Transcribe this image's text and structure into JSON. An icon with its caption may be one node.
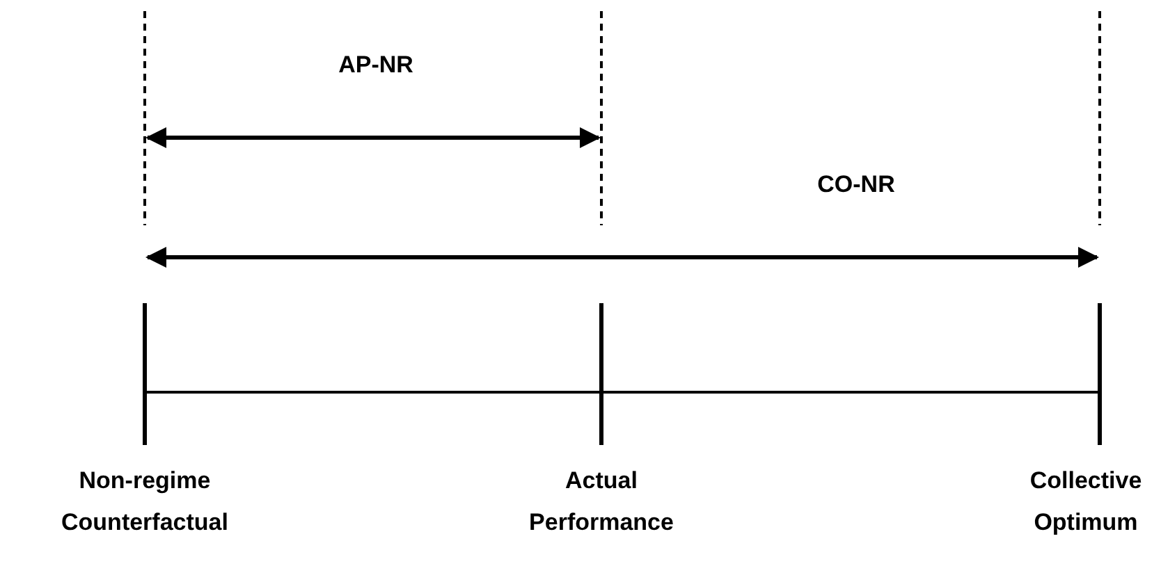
{
  "diagram": {
    "labels": [
      "AP-NR",
      "CO-NR",
      "Non-regime Counterfactual",
      "Actual Performance",
      "Collective Optimum"
    ]
  }
}
